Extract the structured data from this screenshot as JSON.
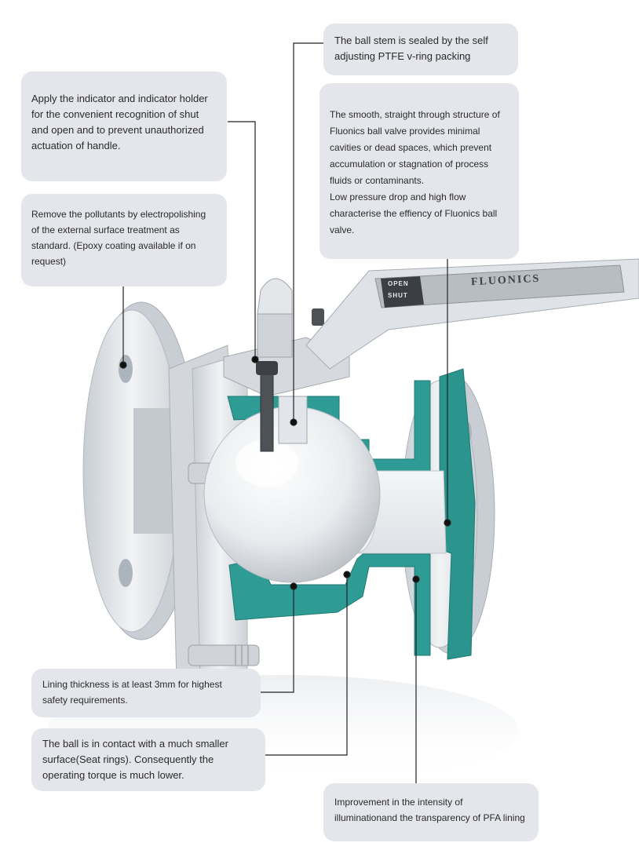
{
  "callouts": {
    "indicator": "Apply the indicator and indicator holder for the convenient recognition of shut and open and to prevent unauthorized actuation of handle.",
    "pollutants": "Remove the pollutants by electropolishing of the external surface treatment as standard. (Epoxy coating available if on request)",
    "stem": "The ball stem is sealed by the self adjusting PTFE v-ring packing",
    "structure": "The smooth, straight through structure of Fluonics ball valve provides minimal cavities or dead spaces, which prevent accumulation or stagnation of process fluids or contaminants.",
    "flow": "Low pressure drop and high flow characterise the effiency of Fluonics ball valve.",
    "lining": "Lining thickness is at least 3mm for highest safety requirements.",
    "ball": "The ball is in contact with a much smaller surface(Seat rings). Consequently the operating torque is much lower.",
    "illumination": "Improvement in the intensity of illuminationand the transparency of PFA lining"
  },
  "handle": {
    "brand": "FLUONICS",
    "open_label": "OPEN",
    "shut_label": "SHUT"
  },
  "colors": {
    "lining": "#2e9c95",
    "metal": "#d9dde2",
    "callout_bg": "#e4e6eb",
    "leader": "#222222"
  }
}
